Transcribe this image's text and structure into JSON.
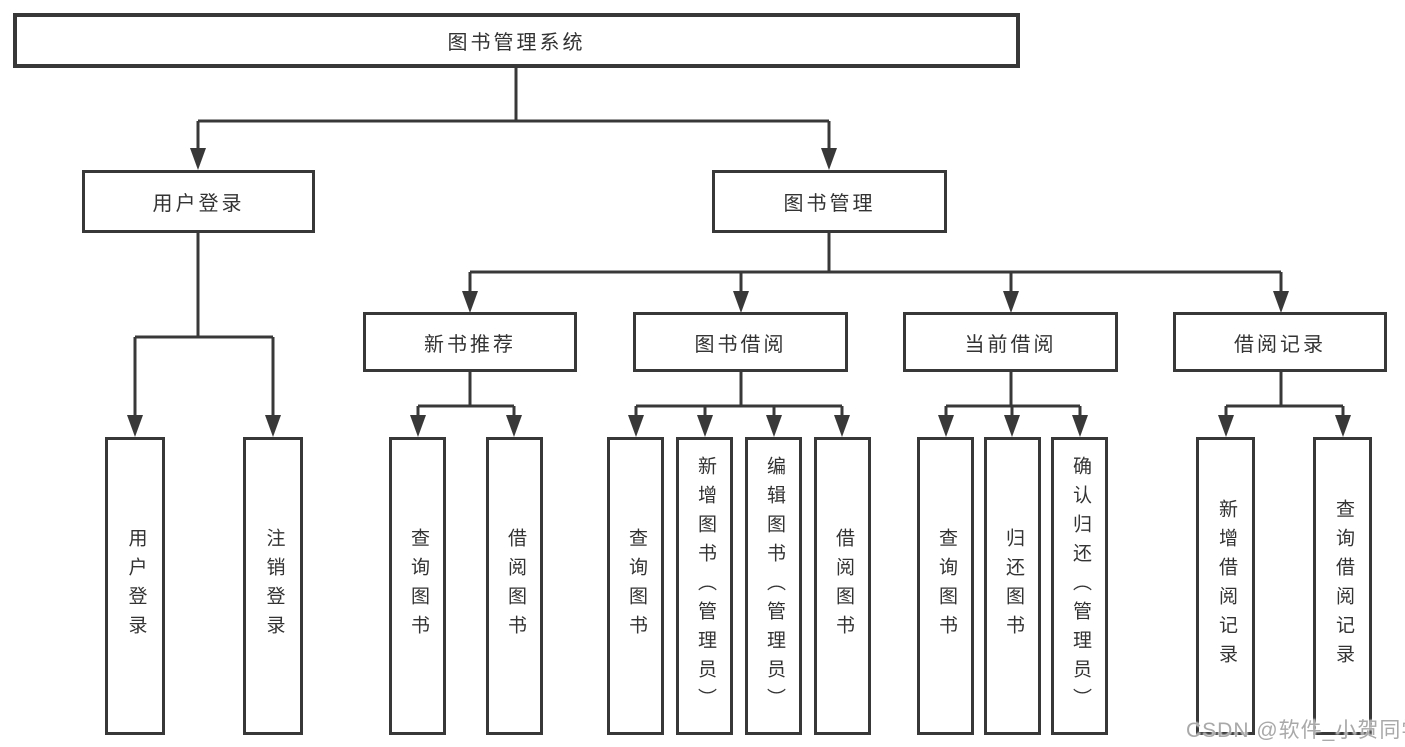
{
  "diagram": {
    "root": {
      "label": "图书管理系统"
    },
    "level2": [
      {
        "label": "用户登录"
      },
      {
        "label": "图书管理"
      }
    ],
    "level3": [
      {
        "label": "新书推荐",
        "parent": "图书管理"
      },
      {
        "label": "图书借阅",
        "parent": "图书管理"
      },
      {
        "label": "当前借阅",
        "parent": "图书管理"
      },
      {
        "label": "借阅记录",
        "parent": "图书管理"
      }
    ],
    "leaves": [
      {
        "label": "用户登录",
        "parent": "用户登录"
      },
      {
        "label": "注销登录",
        "parent": "用户登录"
      },
      {
        "label": "查询图书",
        "parent": "新书推荐"
      },
      {
        "label": "借阅图书",
        "parent": "新书推荐"
      },
      {
        "label": "查询图书",
        "parent": "图书借阅"
      },
      {
        "label": "新增图书（管理员）",
        "parent": "图书借阅"
      },
      {
        "label": "编辑图书（管理员）",
        "parent": "图书借阅"
      },
      {
        "label": "借阅图书",
        "parent": "图书借阅"
      },
      {
        "label": "查询图书",
        "parent": "当前借阅"
      },
      {
        "label": "归还图书",
        "parent": "当前借阅"
      },
      {
        "label": "确认归还（管理员）",
        "parent": "当前借阅"
      },
      {
        "label": "新增借阅记录",
        "parent": "借阅记录"
      },
      {
        "label": "查询借阅记录",
        "parent": "借阅记录"
      }
    ],
    "watermark": "CSDN @软件_小贺同学",
    "colors": {
      "line": "#383838",
      "box_border": "#383838",
      "text": "#333333",
      "watermark": "#a9a9a9",
      "background": "#ffffff"
    }
  }
}
